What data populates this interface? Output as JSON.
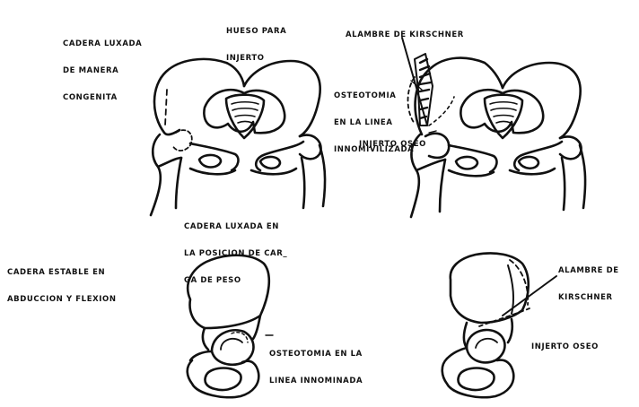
{
  "labels": {
    "cadera_luxada_congenita": [
      "CADERA LUXADA",
      "DE MANERA",
      "CONGENITA"
    ],
    "hueso_injerto": [
      "HUESO PARA",
      "INJERTO"
    ],
    "alambre_kirschner_top": [
      "ALAMBRE DE KIRSCHNER"
    ],
    "osteotomia_top": [
      "OSTEOTOMIA",
      "EN LA LINEA",
      "INNOMIVILIZADA"
    ],
    "injerto_oseo_top": [
      "INJERTO OSEO"
    ],
    "cadera_luxada_peso": [
      "CADERA LUXADA EN",
      "LA POSICION DE CAR_",
      "GA DE PESO"
    ],
    "cadera_estable": [
      "CADERA ESTABLE EN",
      "ABDUCCION Y FLEXION"
    ],
    "alambre_kirschner_bottom": [
      "ALAMBRE DE",
      "KIRSCHNER"
    ],
    "osteotomia_bottom": [
      "OSTEOTOMIA EN LA",
      "LINEA INNOMINADA"
    ],
    "injerto_oseo_bottom": [
      "INJERTO OSEO"
    ]
  }
}
